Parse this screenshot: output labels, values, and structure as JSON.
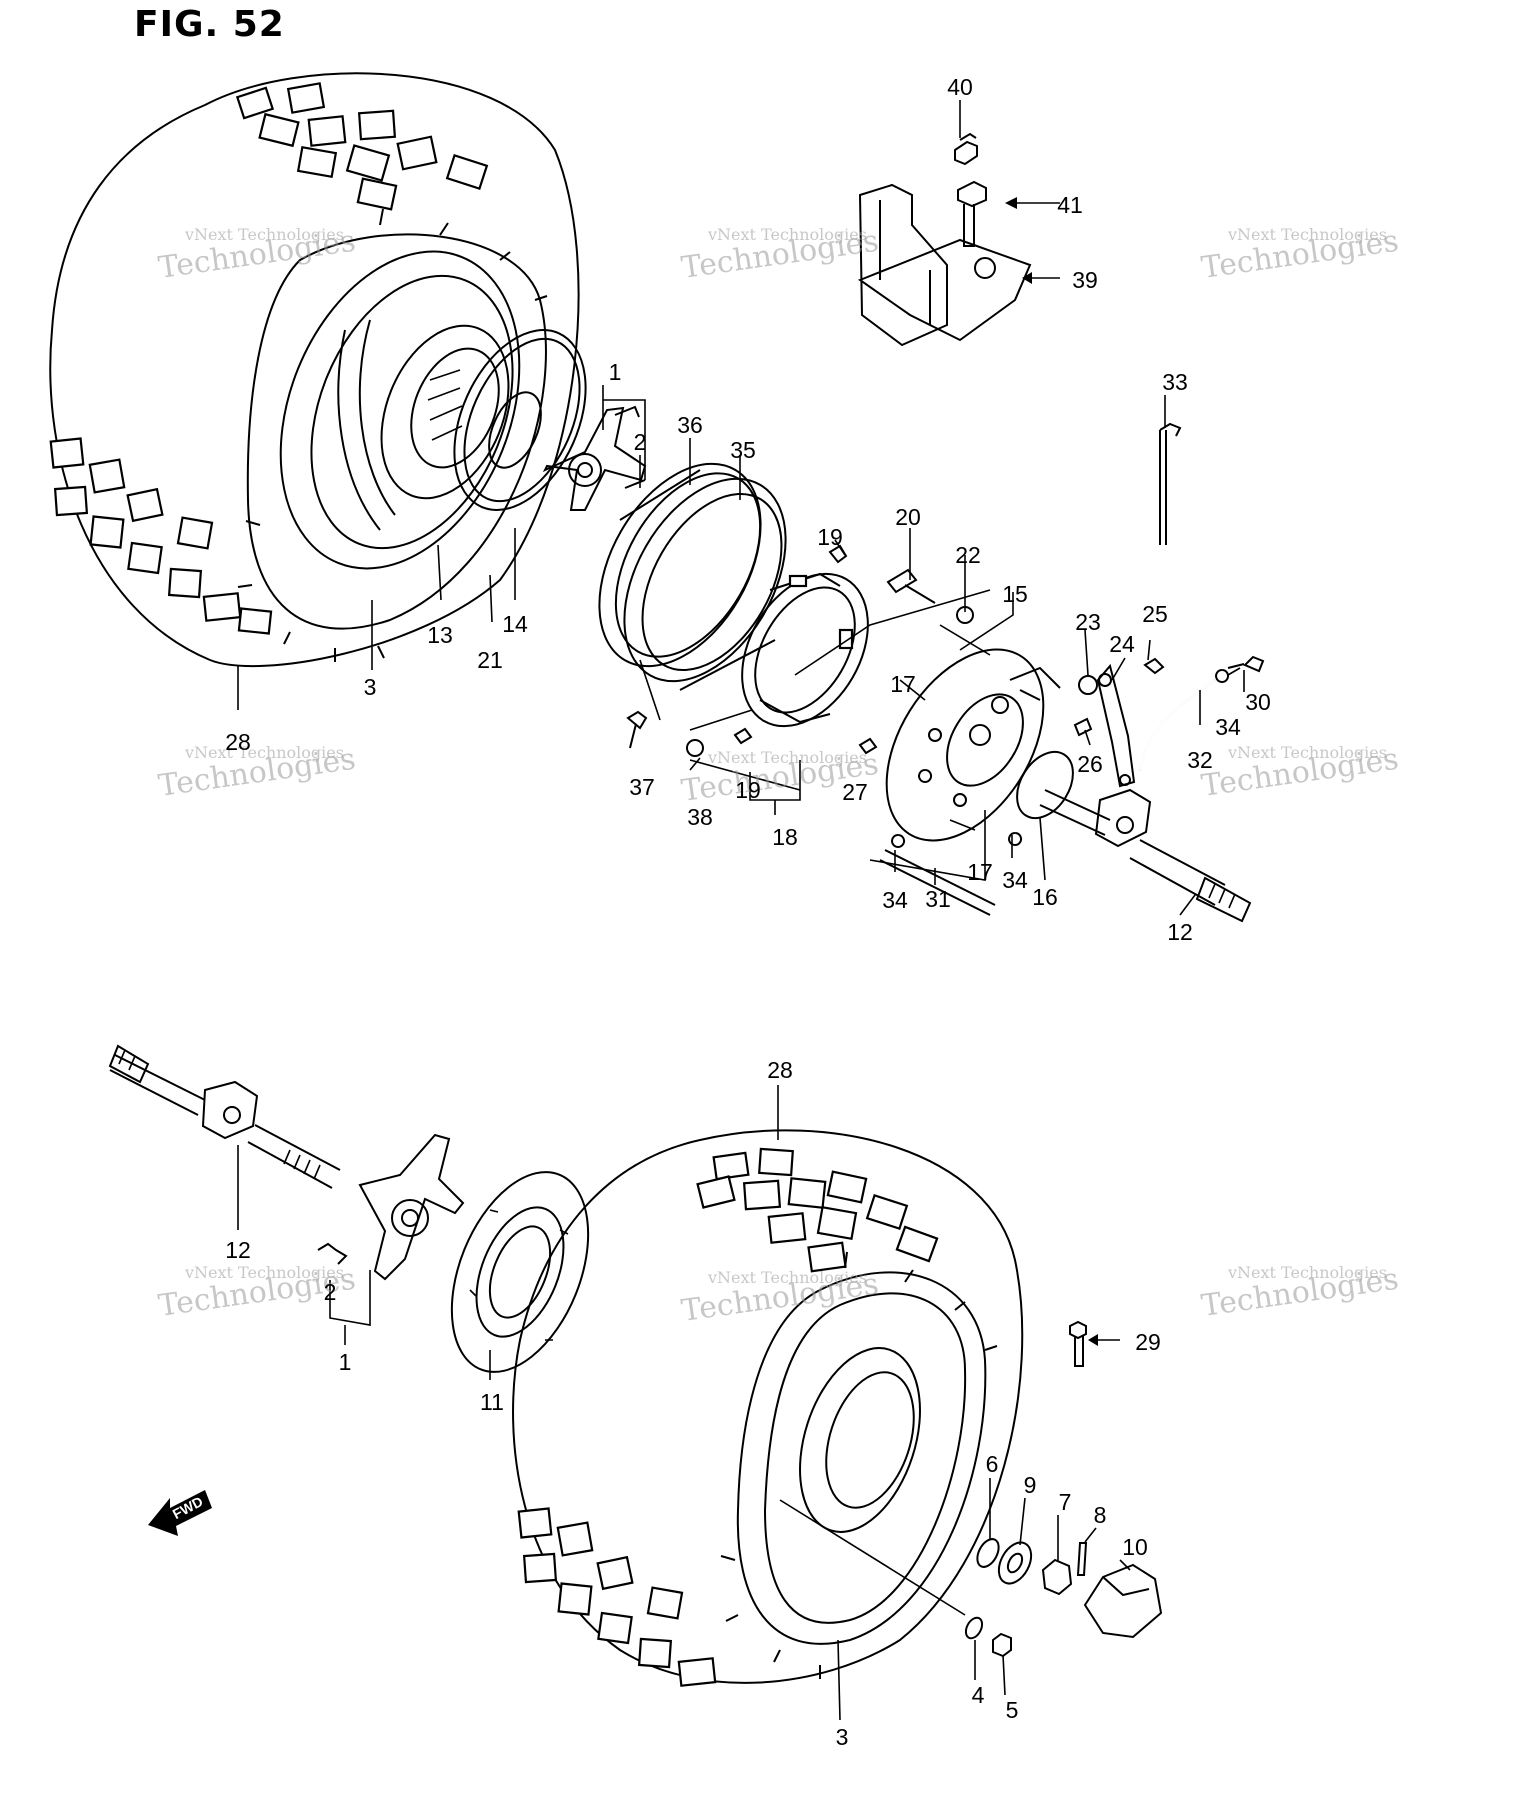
{
  "figure": {
    "title": "FIG. 52"
  },
  "watermark": {
    "line1": "vNext Technologies",
    "line2": "Technologies"
  },
  "fwd_arrow": {
    "label": "FWD"
  },
  "callouts": {
    "c1a": "1",
    "c2a": "2",
    "c3a": "3",
    "c12a": "12",
    "c13": "13",
    "c14": "14",
    "c15": "15",
    "c16": "16",
    "c17a": "17",
    "c17b": "17",
    "c18": "18",
    "c19a": "19",
    "c19b": "19",
    "c20": "20",
    "c21": "21",
    "c22": "22",
    "c23": "23",
    "c24": "24",
    "c25": "25",
    "c26": "26",
    "c27": "27",
    "c28a": "28",
    "c30": "30",
    "c31": "31",
    "c32": "32",
    "c33": "33",
    "c34a": "34",
    "c34b": "34",
    "c34c": "34",
    "c35": "35",
    "c36": "36",
    "c37": "37",
    "c38": "38",
    "c39": "39",
    "c40": "40",
    "c41": "41",
    "c28b": "28",
    "c12b": "12",
    "c2b": "2",
    "c1b": "1",
    "c11": "11",
    "c29": "29",
    "c6": "6",
    "c9": "9",
    "c7": "7",
    "c8": "8",
    "c10": "10",
    "c4": "4",
    "c5": "5",
    "c3b": "3"
  }
}
